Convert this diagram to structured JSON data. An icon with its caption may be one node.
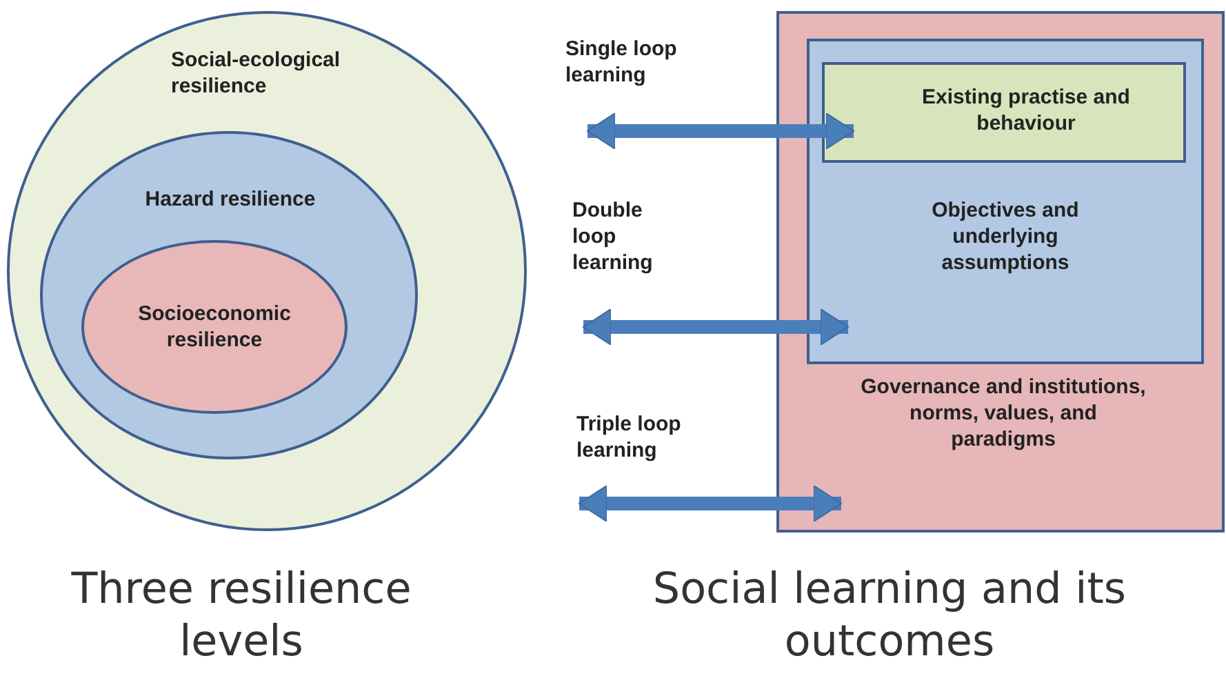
{
  "diagram": {
    "nodes": [
      {
        "text": [
          "Social-ecological resilience"
        ]
      },
      {
        "text": [
          "Hazard resilience"
        ],
        "in": 0
      },
      {
        "text": [
          "Socioeconomic resilience"
        ],
        "in": 1
      },
      {
        "text": [
          "Governance and institutions, norms, values, and paradigms"
        ]
      },
      {
        "text": [
          "Objectives and underlying assumptions"
        ],
        "in": 3
      },
      {
        "text": [
          "Existing practise and behaviour"
        ],
        "in": 4
      }
    ],
    "edges": [
      {
        "from": 0,
        "to": 5,
        "arrow": "both",
        "label": "Single loop learning"
      },
      {
        "from": 0,
        "to": 4,
        "arrow": "both",
        "label": "Double loop learning"
      },
      {
        "from": 0,
        "to": 3,
        "arrow": "both",
        "label": "Triple loop learning"
      }
    ],
    "labels": [
      "Three resilience levels",
      "Social learning and its outcomes"
    ]
  }
}
